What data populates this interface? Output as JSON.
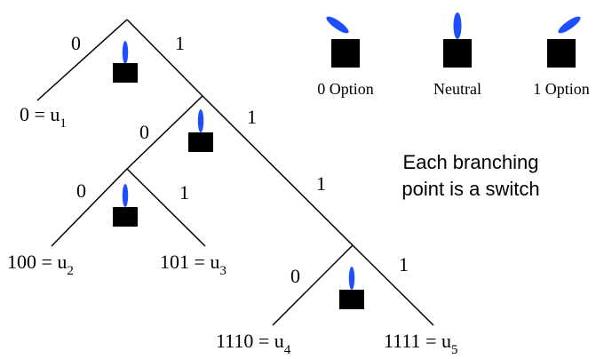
{
  "tree": {
    "branch_labels": {
      "zero": "0",
      "one": "1"
    },
    "leaves": [
      {
        "code": "0",
        "equals": " = u",
        "subscript": "1"
      },
      {
        "code": "100",
        "equals": " = u",
        "subscript": "2"
      },
      {
        "code": "101",
        "equals": " = u",
        "subscript": "3"
      },
      {
        "code": "1110",
        "equals": " = u",
        "subscript": "4"
      },
      {
        "code": "1111",
        "equals": " = u",
        "subscript": "5"
      }
    ]
  },
  "legend": {
    "items": [
      {
        "label": "0 Option",
        "state": "lever-left"
      },
      {
        "label": "Neutral",
        "state": "lever-up"
      },
      {
        "label": "1 Option",
        "state": "lever-right"
      }
    ]
  },
  "note": {
    "line1": "Each branching",
    "line2": "point is a switch"
  },
  "colors": {
    "lever": "#1e4fff",
    "switch_body": "#000000",
    "lines": "#000000"
  },
  "icons": {
    "switch": "toggle-switch-icon"
  }
}
